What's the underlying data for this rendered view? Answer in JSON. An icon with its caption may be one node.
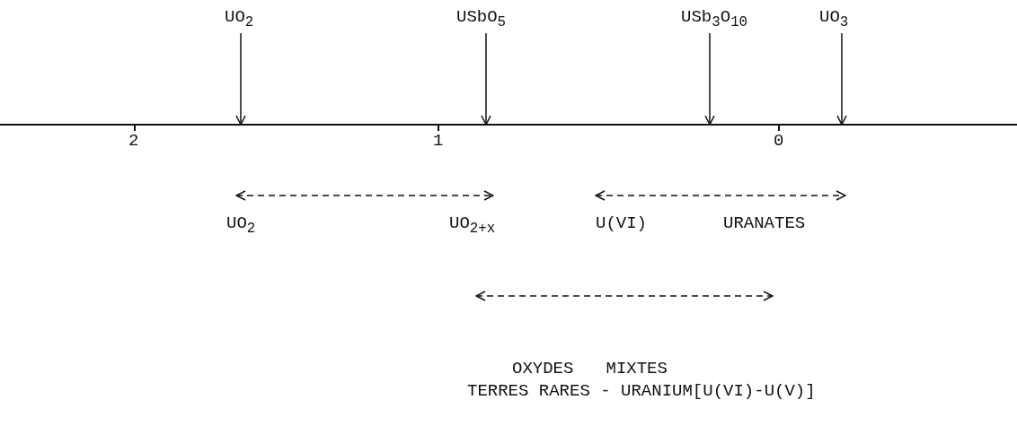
{
  "diagram": {
    "nodes": [
      {
        "text": [
          "UO$_{2}$"
        ]
      },
      {
        "text": [
          "USbO$_{5}$"
        ]
      },
      {
        "text": [
          "USb$_{3}$O$_{10}$"
        ]
      },
      {
        "text": [
          "UO$_{3}$"
        ]
      }
    ],
    "edges": [
      {
        "from": 0,
        "to": null,
        "arrow": "to"
      },
      {
        "from": 1,
        "to": null,
        "arrow": "to"
      },
      {
        "from": 2,
        "to": null,
        "arrow": "to"
      },
      {
        "from": 3,
        "to": null,
        "arrow": "to"
      }
    ],
    "labels": [
      "2",
      "1",
      "0",
      "UO$_{2}$",
      "UO$_{2+x}$",
      "U(VI)",
      "URANATES",
      "OXYDES MIXTES",
      "TERRES RARES - URANIUM[U(VI)-U(V)]"
    ]
  }
}
